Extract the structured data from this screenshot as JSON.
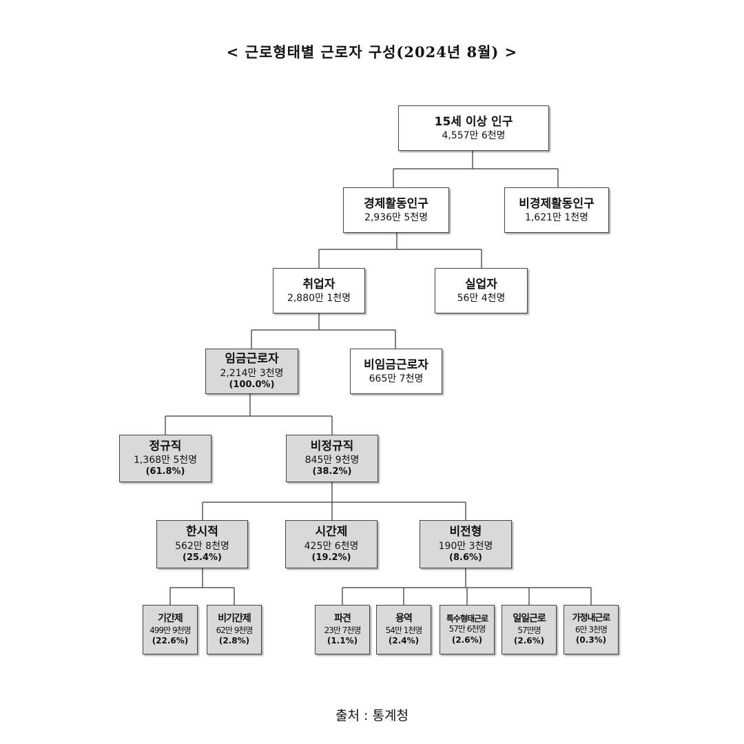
{
  "title": "< 근로형태별 근로자 구성(2024년 8월) >",
  "source": "출처 : 통계청",
  "nodes": {
    "pop15": {
      "label": "15세 이상 인구",
      "value": "4,557만 6천명"
    },
    "active": {
      "label": "경제활동인구",
      "value": "2,936만 5천명"
    },
    "inactive": {
      "label": "비경제활동인구",
      "value": "1,621만 1천명"
    },
    "employed": {
      "label": "취업자",
      "value": "2,880만 1천명"
    },
    "unemployed": {
      "label": "실업자",
      "value": "56만 4천명"
    },
    "wage": {
      "label": "임금근로자",
      "value": "2,214만 3천명",
      "pct": "(100.0%)"
    },
    "nonwage": {
      "label": "비임금근로자",
      "value": "665만 7천명"
    },
    "regular": {
      "label": "정규직",
      "value": "1,368만 5천명",
      "pct": "(61.8%)"
    },
    "nonregular": {
      "label": "비정규직",
      "value": "845만 9천명",
      "pct": "(38.2%)"
    },
    "temporary": {
      "label": "한시적",
      "value": "562만 8천명",
      "pct": "(25.4%)"
    },
    "parttime": {
      "label": "시간제",
      "value": "425만 6천명",
      "pct": "(19.2%)"
    },
    "atypical": {
      "label": "비전형",
      "value": "190만 3천명",
      "pct": "(8.6%)"
    },
    "fixedterm": {
      "label": "기간제",
      "value": "499만 9천명",
      "pct": "(22.6%)"
    },
    "nonfixedterm": {
      "label": "비기간제",
      "value": "62만 9천명",
      "pct": "(2.8%)"
    },
    "dispatch": {
      "label": "파견",
      "value": "23만 7천명",
      "pct": "(1.1%)"
    },
    "contract": {
      "label": "용역",
      "value": "54만 1천명",
      "pct": "(2.4%)"
    },
    "special": {
      "label": "특수형태근로",
      "value": "57만 6천명",
      "pct": "(2.6%)"
    },
    "daily": {
      "label": "일일근로",
      "value": "57만명",
      "pct": "(2.6%)"
    },
    "domestic": {
      "label": "가정내근로",
      "value": "6만 3천명",
      "pct": "(0.3%)"
    }
  }
}
